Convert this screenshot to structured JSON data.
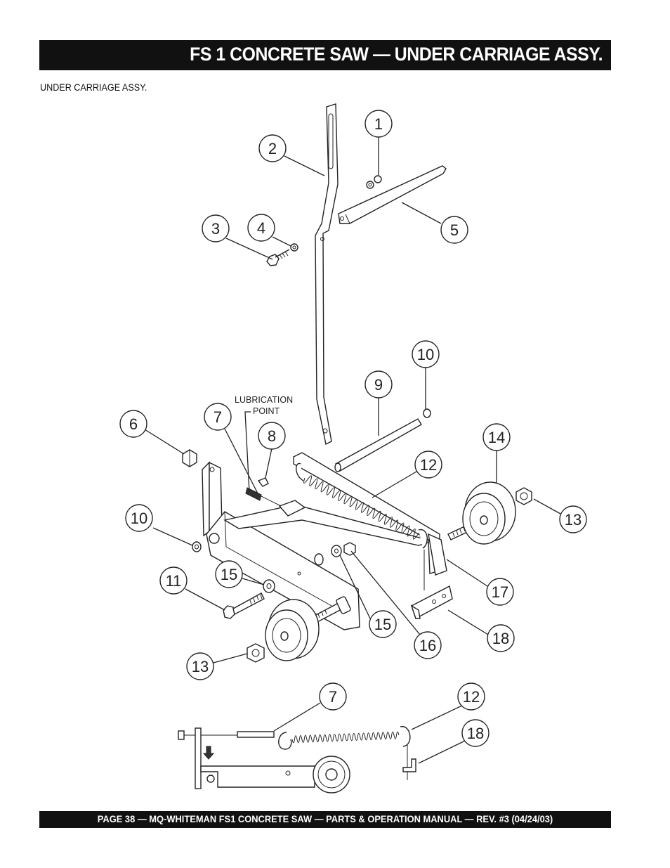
{
  "header": {
    "title": "FS 1 CONCRETE SAW — UNDER CARRIAGE ASSY."
  },
  "subtitle": "UNDER CARRIAGE ASSY.",
  "diagram": {
    "lubrication_line1": "LUBRICATION",
    "lubrication_line2": "POINT",
    "callouts": {
      "c1": "1",
      "c2": "2",
      "c3": "3",
      "c4": "4",
      "c5": "5",
      "c6": "6",
      "c7": "7",
      "c8": "8",
      "c9": "9",
      "c10a": "10",
      "c14": "14",
      "c12": "12",
      "c13a": "13",
      "c10b": "10",
      "c15a": "15",
      "c11": "11",
      "c17": "17",
      "c15b": "15",
      "c16": "16",
      "c18": "18",
      "c13b": "13",
      "c7b": "7",
      "c12b": "12",
      "c18b": "18"
    }
  },
  "footer": {
    "text": "PAGE 38 — MQ-WHITEMAN FS1 CONCRETE SAW — PARTS & OPERATION MANUAL — REV. #3 (04/24/03)"
  }
}
